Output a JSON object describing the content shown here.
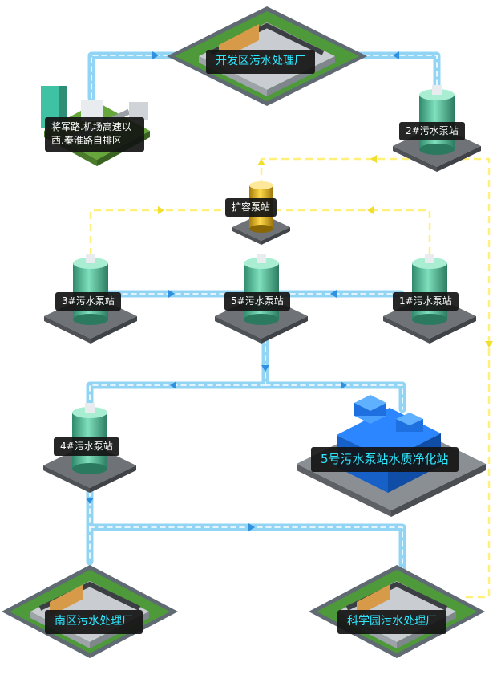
{
  "nodes": {
    "kaifa_plant": "开发区污水处理厂",
    "jiangjun_area": "将军路.机场高速以西.秦淮路自排区",
    "pump_2": "2#污水泵站",
    "kuorong_pump": "扩容泵站",
    "pump_3": "3#污水泵站",
    "pump_5": "5#污水泵站",
    "pump_1": "1#污水泵站",
    "pump_4": "4#污水泵站",
    "purify_station": "5号污水泵站水质净化站",
    "nanqu_plant": "南区污水处理厂",
    "kexueyuan_plant": "科学园污水处理厂"
  },
  "colors": {
    "pipe_blue": "#8fd6f5",
    "pipe_blue_edge": "#5bb8ea",
    "flow_dash": "#ffffff",
    "arrow_blue": "#2f8fe0",
    "pipe_yellow": "#fff07a",
    "arrow_yellow": "#f2de2c",
    "label_cyan": "#2ee8ff",
    "label_bg": "#141414",
    "pump_green": "#56c9a3",
    "pump_yellow": "#e8b81e",
    "purify_blue": "#1a6fe0",
    "ground": "#6f7377"
  },
  "icons": {
    "plant": "sewage-plant-icon",
    "pump": "pump-station-icon",
    "city": "city-district-icon",
    "purify": "purification-station-icon"
  }
}
